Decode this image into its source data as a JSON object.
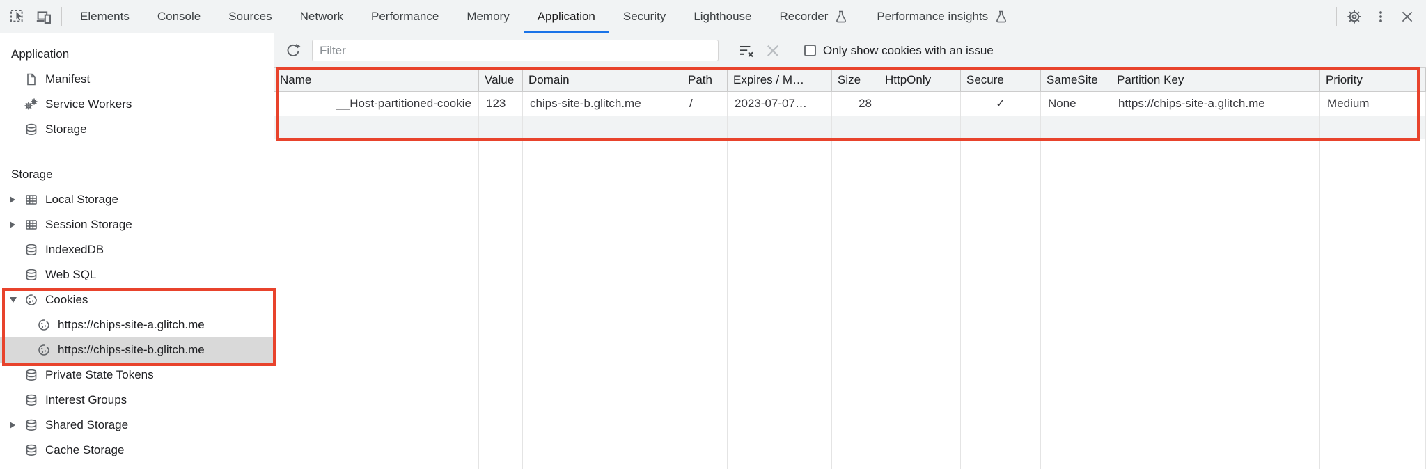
{
  "colors": {
    "accent": "#1a73e8",
    "annotation": "#e8432c",
    "selected_row_bg": "#d9d9d9",
    "panel_bg": "#f1f3f4"
  },
  "tabbar": {
    "tabs": [
      {
        "label": "Elements"
      },
      {
        "label": "Console"
      },
      {
        "label": "Sources"
      },
      {
        "label": "Network"
      },
      {
        "label": "Performance"
      },
      {
        "label": "Memory"
      },
      {
        "label": "Application",
        "active": true
      },
      {
        "label": "Security"
      },
      {
        "label": "Lighthouse"
      },
      {
        "label": "Recorder",
        "flask": true
      },
      {
        "label": "Performance insights",
        "flask": true
      }
    ]
  },
  "sidebar": {
    "sections": [
      {
        "title": "Application",
        "items": [
          {
            "label": "Manifest",
            "icon": "document-icon"
          },
          {
            "label": "Service Workers",
            "icon": "gears-icon"
          },
          {
            "label": "Storage",
            "icon": "database-icon"
          }
        ]
      },
      {
        "title": "Storage",
        "items": [
          {
            "label": "Local Storage",
            "icon": "table-icon",
            "state": "collapsed"
          },
          {
            "label": "Session Storage",
            "icon": "table-icon",
            "state": "collapsed"
          },
          {
            "label": "IndexedDB",
            "icon": "database-icon"
          },
          {
            "label": "Web SQL",
            "icon": "database-icon"
          },
          {
            "label": "Cookies",
            "icon": "cookie-icon",
            "state": "expanded",
            "children": [
              {
                "label": "https://chips-site-a.glitch.me"
              },
              {
                "label": "https://chips-site-b.glitch.me",
                "selected": true
              }
            ]
          },
          {
            "label": "Private State Tokens",
            "icon": "database-icon"
          },
          {
            "label": "Interest Groups",
            "icon": "database-icon"
          },
          {
            "label": "Shared Storage",
            "icon": "database-icon",
            "state": "collapsed"
          },
          {
            "label": "Cache Storage",
            "icon": "database-icon"
          }
        ]
      }
    ]
  },
  "toolbar": {
    "filter_placeholder": "Filter",
    "issue_checkbox_label": "Only show cookies with an issue",
    "issue_checkbox_checked": false
  },
  "table": {
    "columns": [
      "Name",
      "Value",
      "Domain",
      "Path",
      "Expires / M…",
      "Size",
      "HttpOnly",
      "Secure",
      "SameSite",
      "Partition Key",
      "Priority"
    ],
    "rows": [
      {
        "name": "__Host-partitioned-cookie",
        "value": "123",
        "domain": "chips-site-b.glitch.me",
        "path": "/",
        "expires": "2023-07-07…",
        "size": "28",
        "http_only": "",
        "secure": "✓",
        "same_site": "None",
        "partition_key": "https://chips-site-a.glitch.me",
        "priority": "Medium"
      }
    ]
  }
}
